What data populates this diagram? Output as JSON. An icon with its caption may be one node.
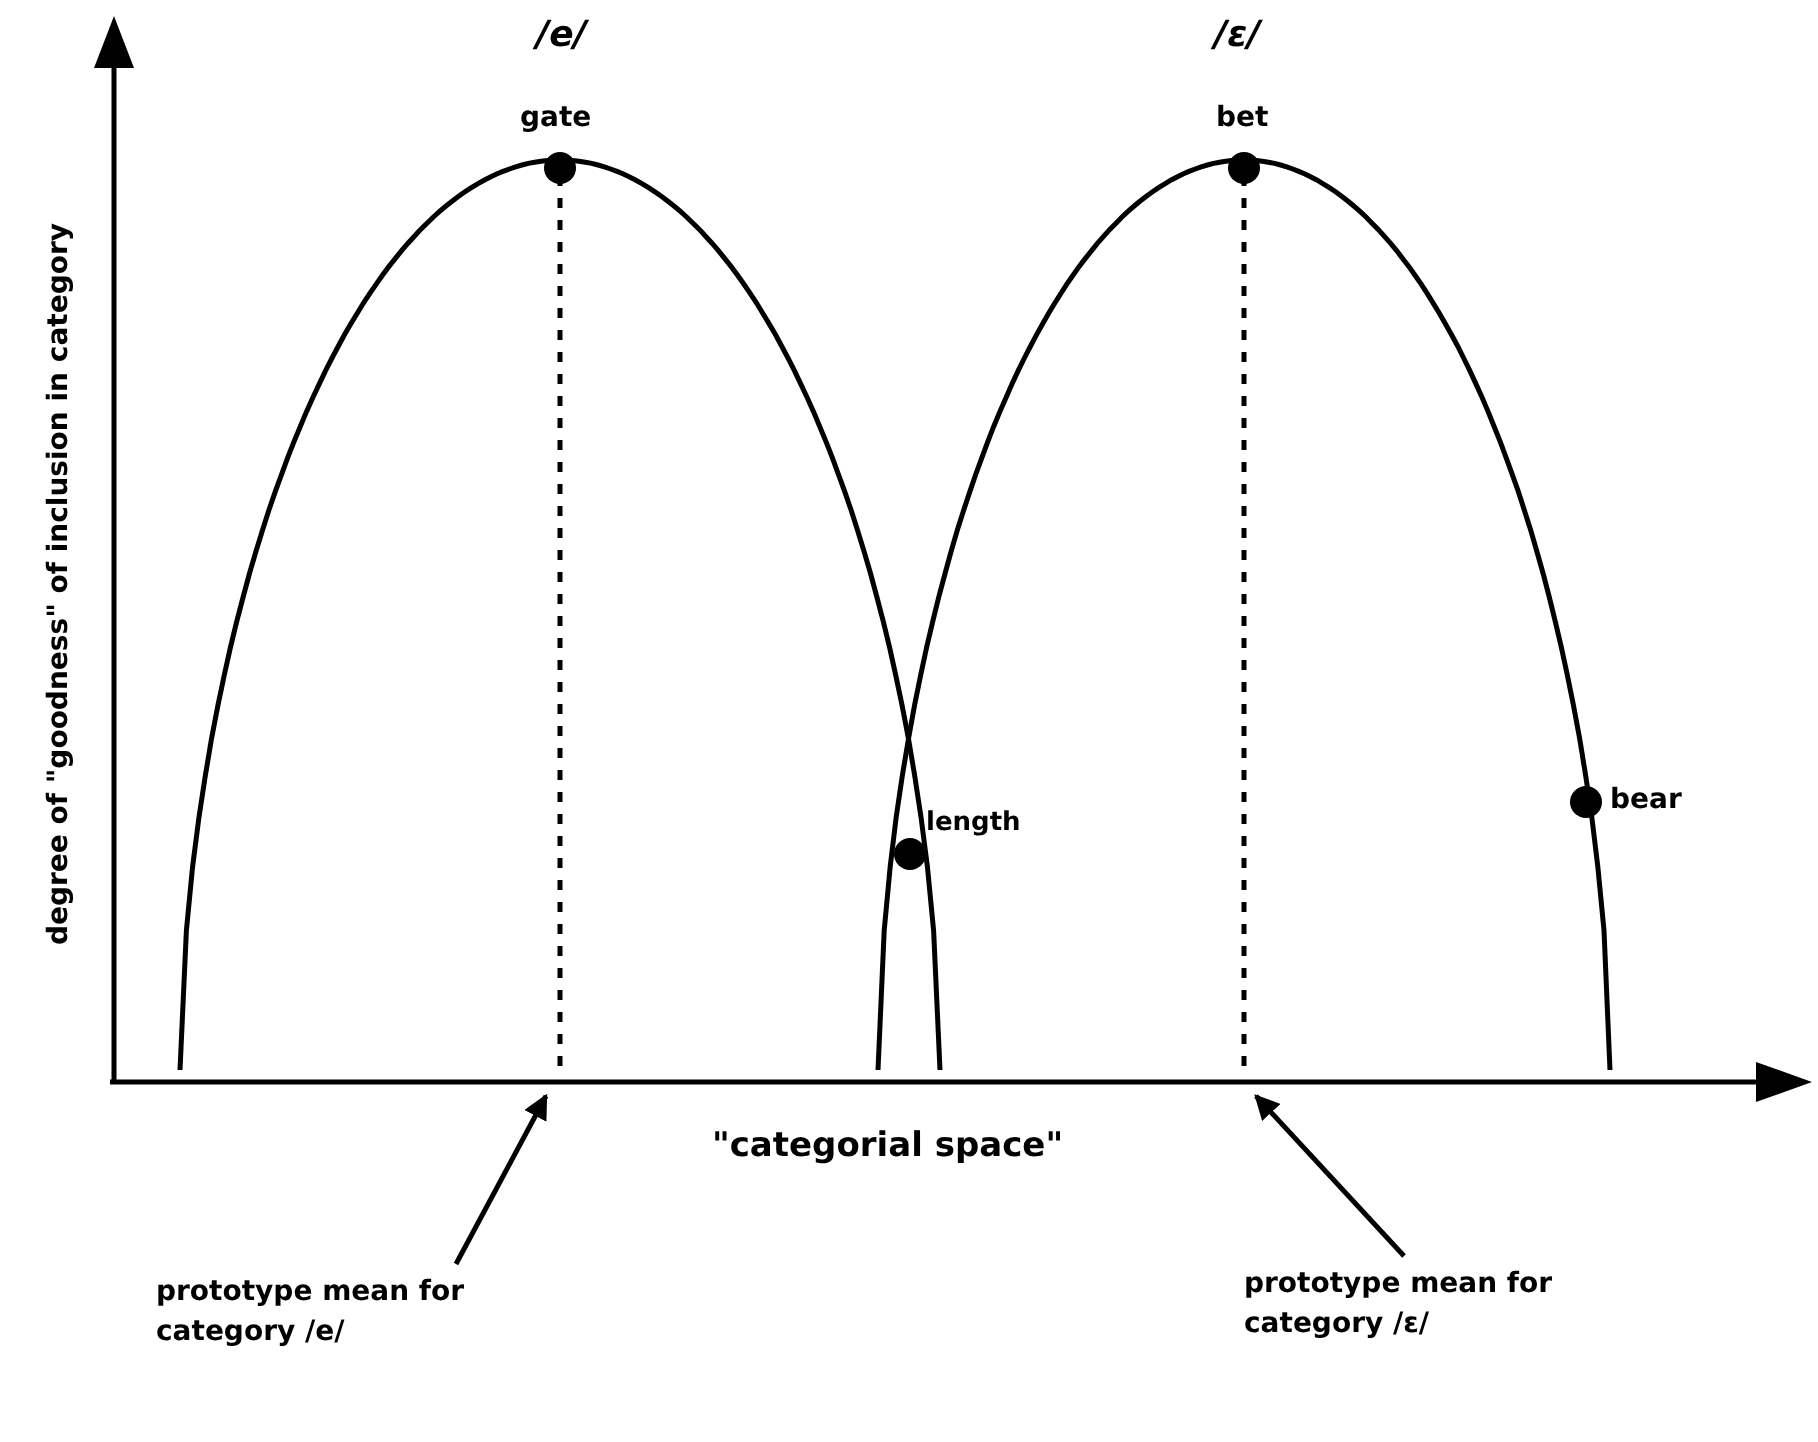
{
  "diagram": {
    "nodes": [
      {
        "text": [
          "prototype mean for category /e/"
        ]
      },
      {
        "text": [
          "prototype mean for category /ɛ/"
        ]
      }
    ],
    "edges": [
      {
        "from": 0,
        "to": null,
        "arrow": "to"
      },
      {
        "from": 1,
        "to": null,
        "arrow": "to"
      }
    ],
    "labels": [
      "/e/",
      "/ɛ/",
      "gate",
      "bet",
      "length",
      "bear",
      "degree of \"goodness\" of inclusion in category",
      "\"categorial space\""
    ]
  }
}
